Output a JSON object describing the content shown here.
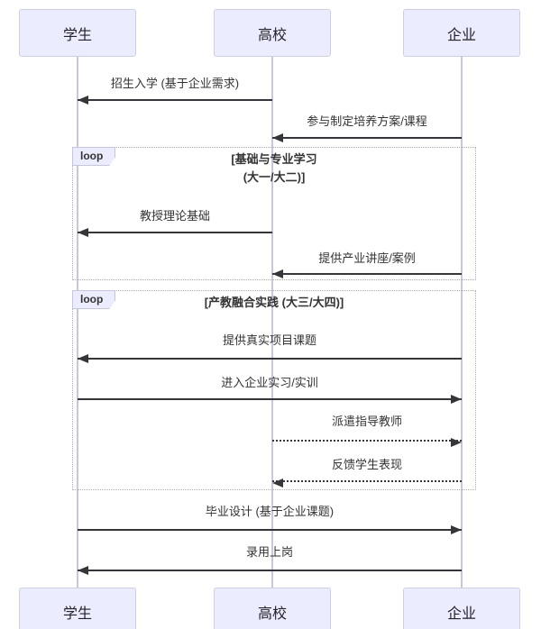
{
  "diagram_type": "sequence-diagram",
  "actors": [
    {
      "id": "student",
      "name": "学生"
    },
    {
      "id": "university",
      "name": "高校"
    },
    {
      "id": "enterprise",
      "name": "企业"
    }
  ],
  "messages": [
    {
      "label": "招生入学 (基于企业需求)",
      "from": "高校",
      "to": "学生",
      "line": "solid",
      "direction": "left"
    },
    {
      "label": "参与制定培养方案/课程",
      "from": "企业",
      "to": "高校",
      "line": "solid",
      "direction": "left"
    },
    {
      "label": "教授理论基础",
      "from": "高校",
      "to": "学生",
      "line": "solid",
      "direction": "left"
    },
    {
      "label": "提供产业讲座/案例",
      "from": "企业",
      "to": "高校",
      "line": "solid",
      "direction": "left"
    },
    {
      "label": "提供真实项目课题",
      "from": "企业",
      "to": "学生",
      "line": "solid",
      "direction": "left"
    },
    {
      "label": "进入企业实习/实训",
      "from": "学生",
      "to": "企业",
      "line": "solid",
      "direction": "right"
    },
    {
      "label": "派遣指导教师",
      "from": "高校",
      "to": "企业",
      "line": "dotted",
      "direction": "right"
    },
    {
      "label": "反馈学生表现",
      "from": "企业",
      "to": "高校",
      "line": "dotted",
      "direction": "left"
    },
    {
      "label": "毕业设计 (基于企业课题)",
      "from": "学生",
      "to": "企业",
      "line": "solid",
      "direction": "right"
    },
    {
      "label": "录用上岗",
      "from": "企业",
      "to": "学生",
      "line": "solid",
      "direction": "left"
    }
  ],
  "loops": [
    {
      "keyword": "loop",
      "title_line1": "[基础与专业学习",
      "title_line2": "(大一/大二)]"
    },
    {
      "keyword": "loop",
      "title_line1": "[产教融合实践 (大三/大四)]",
      "title_line2": ""
    }
  ],
  "colors": {
    "background": "#ffffff",
    "actor_fill": "#ececff",
    "actor_border": "#cfcfe3",
    "lifeline": "#c7c7de",
    "arrow": "#36363a",
    "text": "#333333",
    "loop_border": "#aaaabb",
    "loop_tab_fill": "#ececff"
  }
}
